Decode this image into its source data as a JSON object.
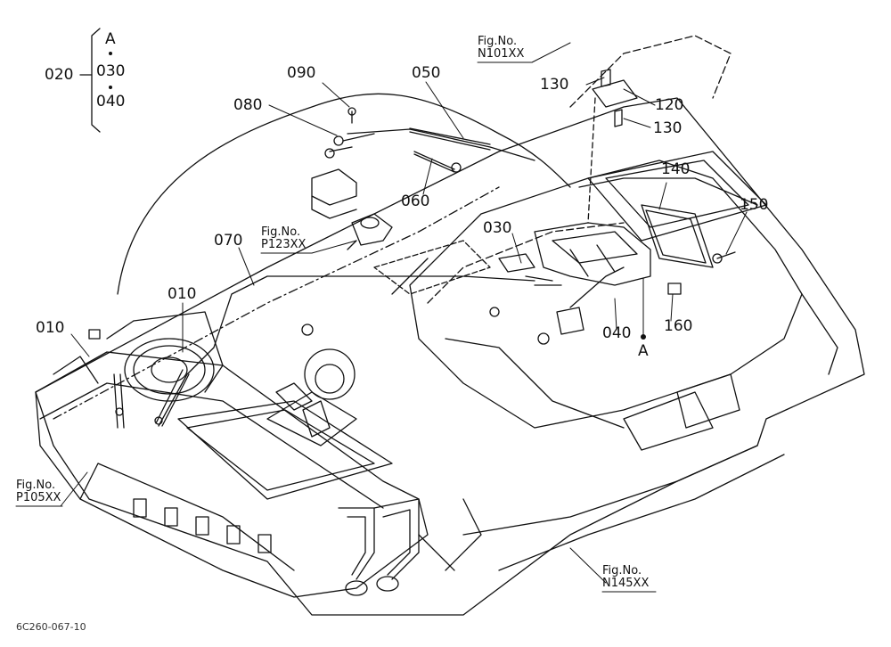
{
  "key_block": {
    "group": "020",
    "letter": "A",
    "first": "030",
    "second": "040"
  },
  "callouts": {
    "c010a": "010",
    "c010b": "010",
    "c030": "030",
    "c040": "040",
    "c050": "050",
    "c060": "060",
    "c070": "070",
    "c080": "080",
    "c090": "090",
    "c120": "120",
    "c130a": "130",
    "c130b": "130",
    "c140": "140",
    "c150": "150",
    "c160": "160",
    "cA": "A"
  },
  "figure_refs": {
    "n101": {
      "label": "Fig.No.",
      "ref": "N101XX"
    },
    "p123": {
      "label": "Fig.No.",
      "ref": "P123XX"
    },
    "p105": {
      "label": "Fig.No.",
      "ref": "P105XX"
    },
    "n145": {
      "label": "Fig.No.",
      "ref": "N145XX"
    }
  },
  "drawing_code": "6C260-067-10"
}
